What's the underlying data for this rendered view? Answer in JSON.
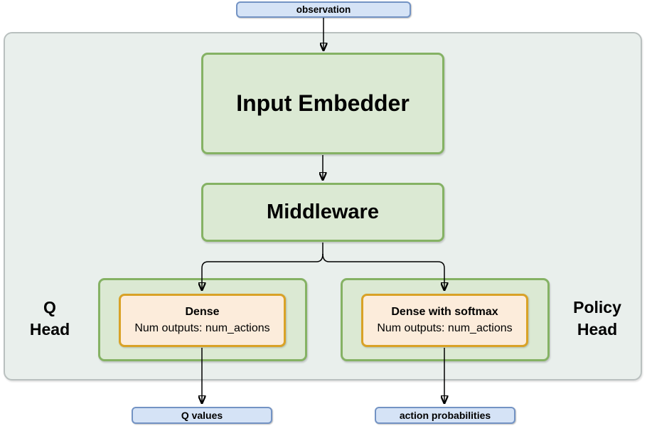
{
  "nodes": {
    "observation": "observation",
    "input_embedder": "Input Embedder",
    "middleware": "Middleware"
  },
  "q_head": {
    "label": [
      "Q",
      "Head"
    ],
    "dense": {
      "title": "Dense",
      "subtitle": "Num outputs: num_actions"
    },
    "output": "Q values"
  },
  "policy_head": {
    "label": [
      "Policy",
      "Head"
    ],
    "dense": {
      "title": "Dense with softmax",
      "subtitle": "Num outputs: num_actions"
    },
    "output": "action probabilities"
  },
  "colors": {
    "green_fill": "#dbe9d3",
    "green_border": "#85b264",
    "orange_fill": "#fcecdb",
    "orange_border": "#d9a227",
    "blue_fill": "#d5e3f6",
    "blue_border": "#7393c4",
    "container_fill": "#e9efec",
    "container_border": "#b9c0bf",
    "arrow": "#000000"
  }
}
